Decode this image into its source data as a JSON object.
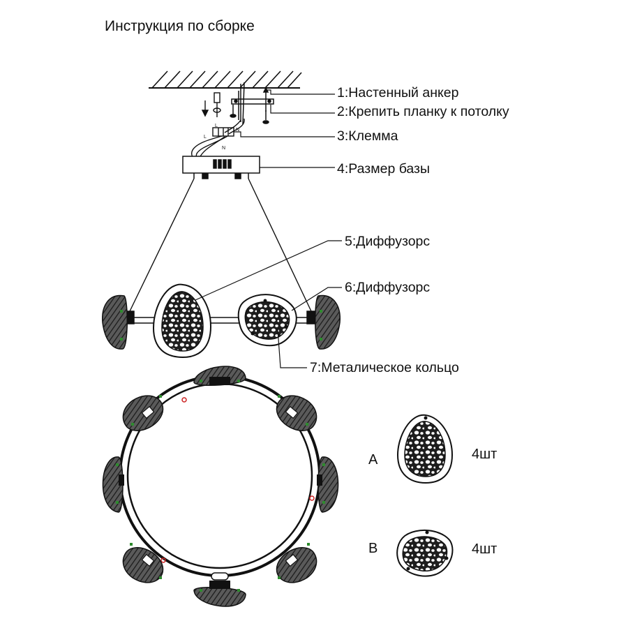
{
  "title": "Инструкция по сборке",
  "callouts": [
    {
      "id": "1",
      "label": "1:Настенный анкер"
    },
    {
      "id": "2",
      "label": "2:Крепить планку к потолку"
    },
    {
      "id": "3",
      "label": "3:Клемма"
    },
    {
      "id": "4",
      "label": "4:Размер базы"
    },
    {
      "id": "5",
      "label": "5:Диффузорс"
    },
    {
      "id": "6",
      "label": "6:Диффузорс"
    },
    {
      "id": "7",
      "label": "7:Металическое кольцо"
    }
  ],
  "wire_labels": {
    "l1": "L",
    "n1": "N",
    "l2": "L",
    "n2": "N"
  },
  "parts": [
    {
      "letter": "A",
      "count": "4шт",
      "shape": "teardrop"
    },
    {
      "letter": "B",
      "count": "4шт",
      "shape": "rounded-triangle"
    }
  ],
  "colors": {
    "line": "#111111",
    "accent_green": "#2e8b2e",
    "accent_red": "#cc2222"
  }
}
